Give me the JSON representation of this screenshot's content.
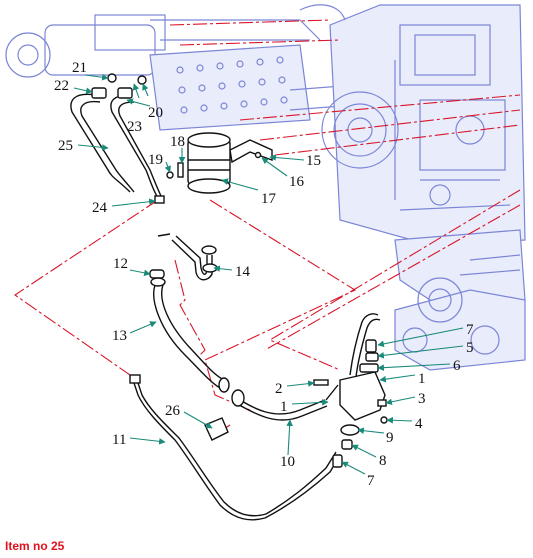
{
  "caption": "Item no 25",
  "colors": {
    "callout_leader": "#1a8a7a",
    "assembly_background": "#7b86d6",
    "centerline": "#d9162a",
    "caption": "#e0121f"
  },
  "callouts": {
    "c1a": "1",
    "c1b": "1",
    "c2": "2",
    "c3": "3",
    "c4": "4",
    "c5": "5",
    "c6": "6",
    "c7a": "7",
    "c7b": "7",
    "c8": "8",
    "c9": "9",
    "c10": "10",
    "c11": "11",
    "c12": "12",
    "c13": "13",
    "c14": "14",
    "c15": "15",
    "c16": "16",
    "c17": "17",
    "c18": "18",
    "c19": "19",
    "c20": "20",
    "c21": "21",
    "c22": "22",
    "c23": "23",
    "c24": "24",
    "c25": "25",
    "c26": "26"
  }
}
